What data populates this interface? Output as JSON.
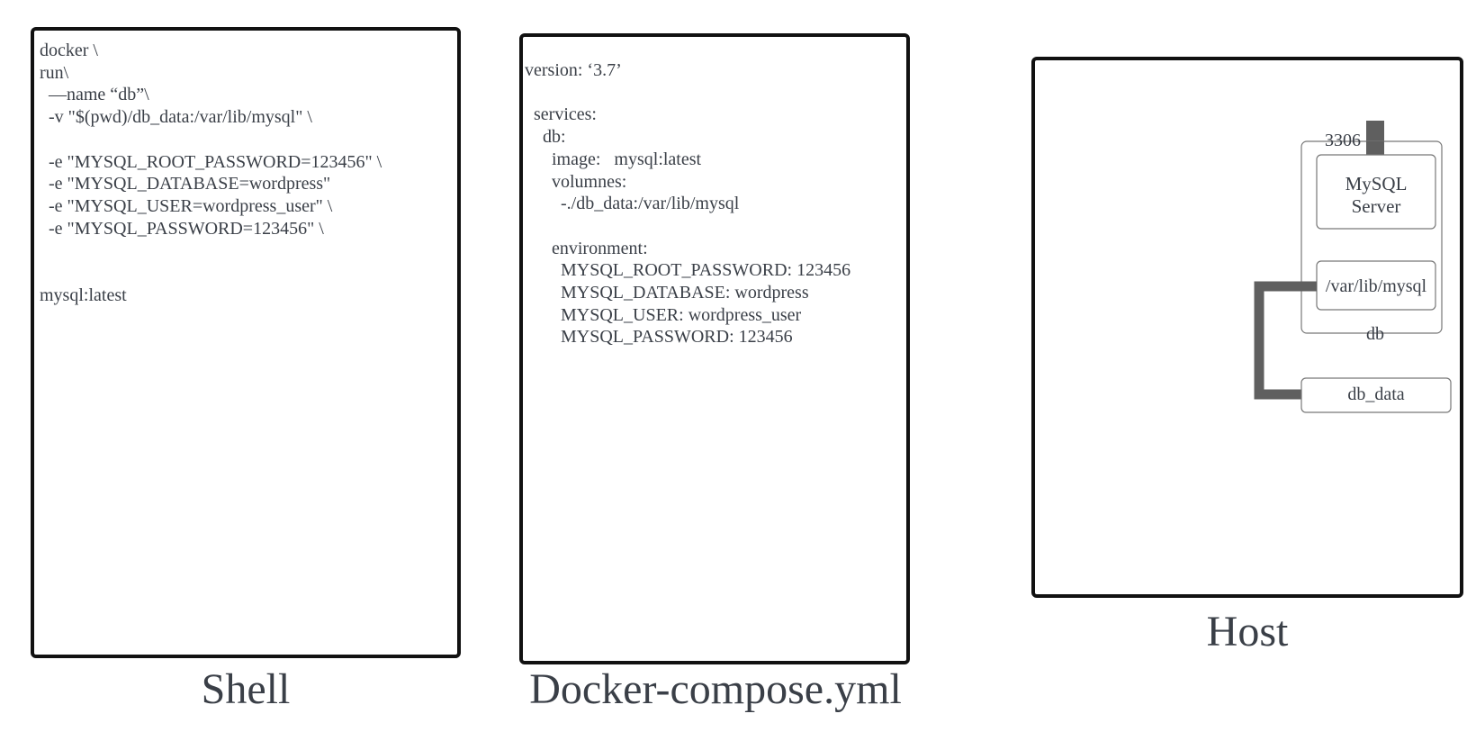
{
  "shell": {
    "caption": "Shell",
    "lines": [
      "docker \\",
      "run\\",
      "  —name “db”\\",
      "  -v \"$(pwd)/db_data:/var/lib/mysql\" \\",
      "",
      "  -e \"MYSQL_ROOT_PASSWORD=123456\" \\",
      "  -e \"MYSQL_DATABASE=wordpress\"",
      "  -e \"MYSQL_USER=wordpress_user\" \\",
      "  -e \"MYSQL_PASSWORD=123456\" \\",
      "",
      "",
      "mysql:latest"
    ]
  },
  "compose": {
    "caption": "Docker-compose.yml",
    "lines": [
      "version: ‘3.7’",
      "",
      "  services:",
      "    db:",
      "      image:   mysql:latest",
      "      volumnes:",
      "        -./db_data:/var/lib/mysql",
      "",
      "      environment:",
      "        MYSQL_ROOT_PASSWORD: 123456",
      "        MYSQL_DATABASE: wordpress",
      "        MYSQL_USER: wordpress_user",
      "        MYSQL_PASSWORD: 123456"
    ]
  },
  "host": {
    "caption": "Host",
    "port_label": "3306",
    "container_label": "db",
    "server_label_line1": "MySQL",
    "server_label_line2": "Server",
    "mount_label": "/var/lib/mysql",
    "volume_label": "db_data"
  },
  "colors": {
    "panel_border": "#111111",
    "text": "#3a3f47",
    "connector": "#5f5f5f",
    "box_border": "#777777"
  }
}
